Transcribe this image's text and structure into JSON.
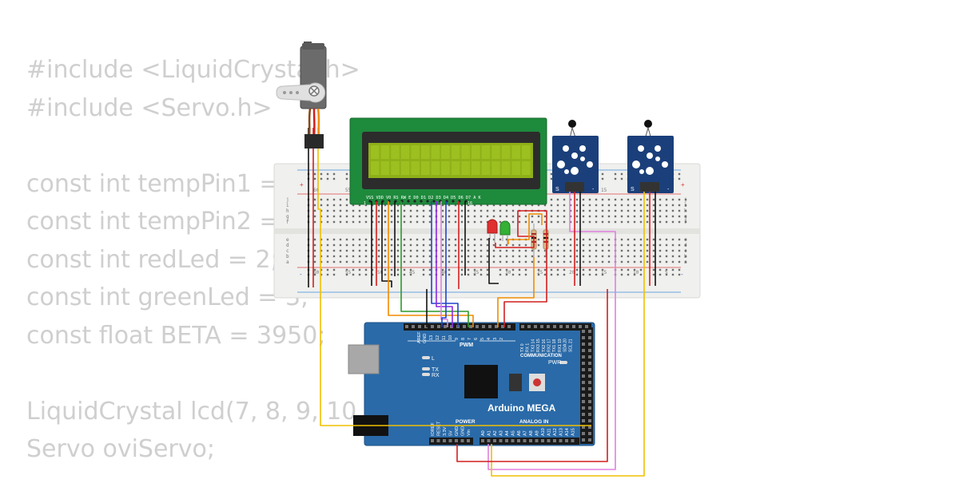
{
  "code_lines": [
    "#include <LiquidCrystal.h>",
    "#include <Servo.h>",
    "",
    "const int tempPin1 = A0;",
    "const int tempPin2 = A1;",
    "const int redLed = 2;",
    "const int greenLed = 3;",
    "const float BETA = 3950;",
    "",
    "LiquidCrystal lcd(7, 8, 9, 10, 11, 12);",
    "Servo oviServo;"
  ],
  "lcd": {
    "pins_label": "VSS VDD V0 RS RW E  D0 D1 D2 D3 D4 D5 D6 D7 A  K",
    "pin_first": "1",
    "pin_last": "16"
  },
  "sensor_labels": {
    "s": "S",
    "minus": "-"
  },
  "breadboard": {
    "row_labels_top": [
      "j",
      "i",
      "h",
      "g",
      "f"
    ],
    "row_labels_bottom": [
      "e",
      "d",
      "c",
      "b",
      "a"
    ],
    "col_numbers": [
      "60",
      "55",
      "50",
      "45",
      "40",
      "35",
      "30",
      "25",
      "20",
      "15",
      "10",
      "5"
    ],
    "plus": "+",
    "minus": "-"
  },
  "arduino": {
    "name": "Arduino MEGA",
    "pwm_label": "PWM",
    "communication_label": "COMMUNICATION",
    "power_label": "POWER",
    "analog_label": "ANALOG IN",
    "led_l": "L",
    "led_tx": "TX",
    "led_rx": "RX",
    "pwr_label": "PWR",
    "aref": "AREF",
    "gnd": "GND",
    "digital_pins": [
      "13",
      "12",
      "11",
      "10",
      "9",
      "8",
      "7",
      "6",
      "5",
      "4",
      "3",
      "2"
    ],
    "comm_pins": [
      "TX 0",
      "RX 1",
      "TX3 14",
      "RX3 15",
      "TX2 16",
      "RX2 17",
      "TX1 18",
      "RX1 19",
      "SDA 20",
      "SCL 21"
    ],
    "power_pins": [
      "IOREF",
      "RESET",
      "3.3V",
      "5V",
      "GND",
      "GND",
      "Vin"
    ],
    "analog_pins": [
      "A0",
      "A1",
      "A2",
      "A3",
      "A4",
      "A5",
      "A6",
      "A7",
      "A8",
      "A9",
      "A10",
      "A11",
      "A12",
      "A13",
      "A14",
      "A15"
    ]
  },
  "colors": {
    "code_text": "#cfcfcf",
    "arduino_board": "#2a6aa8",
    "lcd_pcb": "#1e8a3c",
    "lcd_screen": "#8fb018",
    "sensor_pcb": "#1b3f7a",
    "breadboard": "#f0f0ee",
    "wire_red": "#d21f1f",
    "wire_black": "#111111",
    "wire_orange": "#f08c00",
    "wire_green": "#2c9a2c",
    "wire_blue": "#2244cc",
    "wire_purple": "#8a2be2",
    "wire_pink": "#e080e0",
    "wire_yellow": "#f0c000"
  }
}
